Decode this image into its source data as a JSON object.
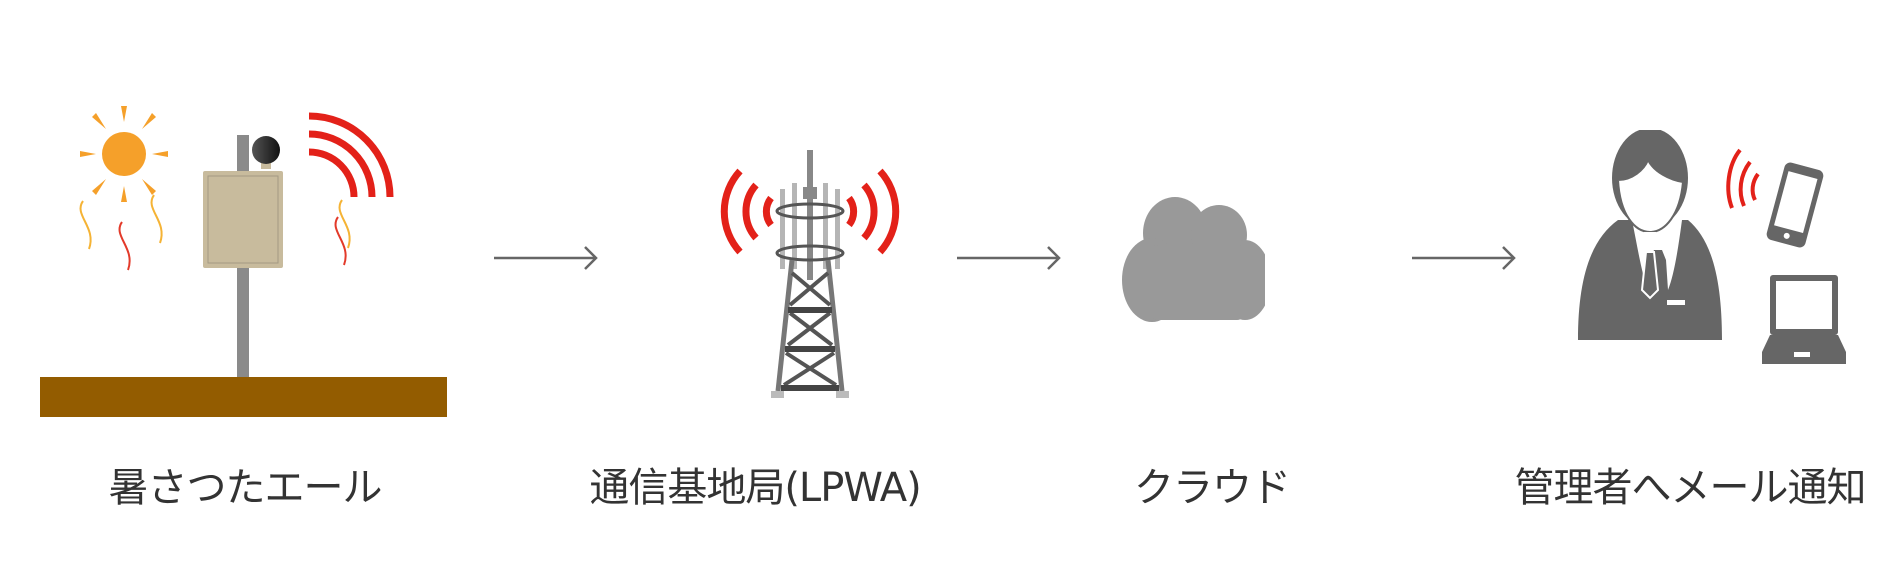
{
  "diagram": {
    "steps": [
      {
        "label": "暑さつたエール",
        "icon": "sensor-pole-icon"
      },
      {
        "label": "通信基地局(LPWA)",
        "icon": "cell-tower-icon"
      },
      {
        "label": "クラウド",
        "icon": "cloud-icon"
      },
      {
        "label": "管理者へメール通知",
        "icon": "administrator-icon"
      }
    ],
    "arrows": [
      "arrow-right-icon",
      "arrow-right-icon",
      "arrow-right-icon"
    ]
  },
  "colors": {
    "signal": "#e32119",
    "sun": "#f5a02a",
    "ground": "#935c00",
    "box": "#c8bb9d",
    "pole": "#8a8a8a",
    "cloud": "#999999",
    "person": "#666666",
    "arrow": "#666666",
    "text": "#333333"
  }
}
